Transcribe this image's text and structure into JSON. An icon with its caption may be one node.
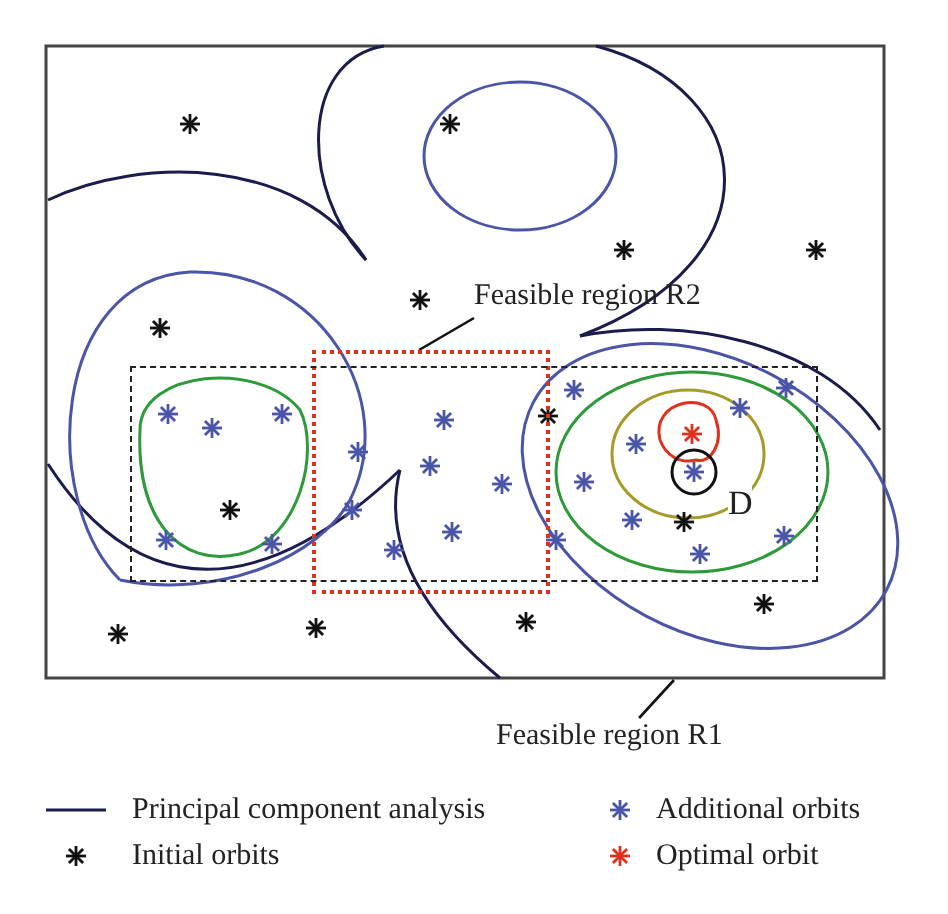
{
  "diagram": {
    "nodes": [
      {
        "text": [
          "Feasible region R2"
        ]
      },
      {
        "text": [],
        "shape": "box"
      },
      {
        "text": [
          "Feasible region R1"
        ]
      },
      {
        "text": [],
        "shape": "box"
      }
    ],
    "edges": [
      {
        "from": 0,
        "to": 1,
        "arrow": "none"
      },
      {
        "from": 2,
        "to": null,
        "arrow": "none"
      }
    ],
    "labels": [
      "D"
    ],
    "legend": [
      {
        "text": "Principal component analysis"
      },
      {
        "text": "Additional orbits"
      },
      {
        "text": "Initial orbits"
      },
      {
        "text": "Optimal orbit"
      }
    ]
  }
}
